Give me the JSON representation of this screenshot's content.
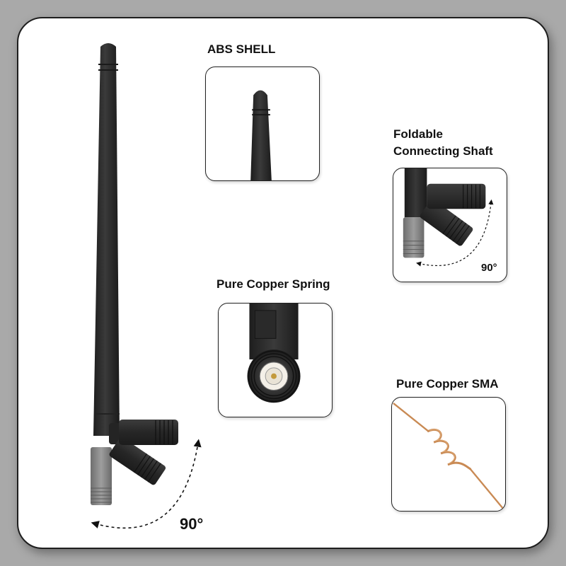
{
  "labels": {
    "abs_shell": "ABS SHELL",
    "foldable_line1": "Foldable",
    "foldable_line2": "Connecting Shaft",
    "pure_copper_spring": "Pure Copper Spring",
    "pure_copper_sma": "Pure Copper SMA"
  },
  "angles": {
    "main": "90°",
    "inset": "90°"
  },
  "colors": {
    "background": "#a9a9a9",
    "card": "#ffffff",
    "antenna_body": "#2e2e2e",
    "connector_gray": "#8c8c8c",
    "copper": "#c98a54"
  }
}
